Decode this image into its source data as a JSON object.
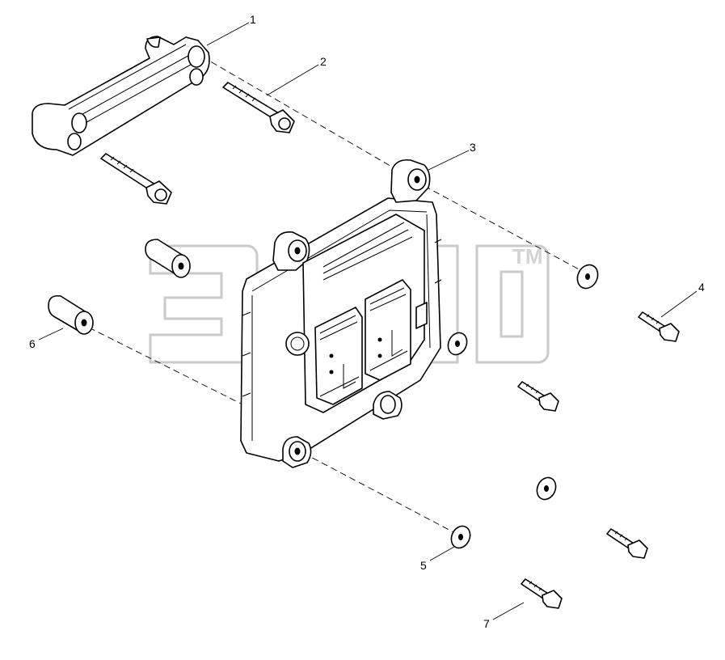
{
  "watermark": {
    "text": "",
    "tm": "TM"
  },
  "callouts": [
    {
      "label": "1"
    },
    {
      "label": "2"
    },
    {
      "label": "3"
    },
    {
      "label": "4"
    },
    {
      "label": "5"
    },
    {
      "label": "6"
    },
    {
      "label": "7"
    }
  ],
  "colors": {
    "line": "#000000",
    "watermark": "#b0b0b0",
    "background": "#ffffff"
  }
}
